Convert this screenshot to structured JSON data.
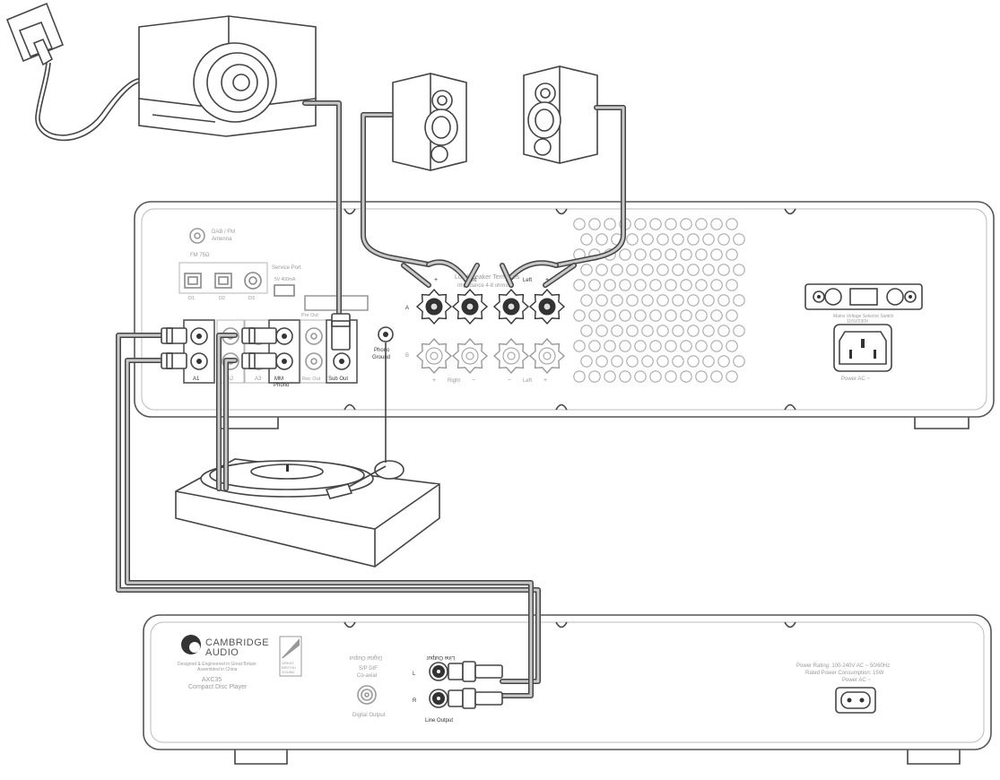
{
  "amplifier": {
    "antenna_label_1": "DAB / FM",
    "antenna_label_2": "Antenna",
    "fm_label": "FM 75Ω",
    "digital_inputs": [
      "D1",
      "D2",
      "D3"
    ],
    "service_port_label": "Service Port",
    "service_port_spec": "5V 400mA",
    "speaker_terminals_title": "Loudspeaker Terminals",
    "speaker_terminals_impedance": "Impedance 4-8 ohms",
    "speaker_right_label": "Right",
    "speaker_left_label": "Left",
    "speaker_plus": "+",
    "speaker_minus": "−",
    "speaker_row_a": "A",
    "speaker_row_b": "B",
    "inputs": [
      "A1",
      "A2",
      "A3"
    ],
    "phono_label_1": "MM",
    "phono_label_2": "Phono",
    "pre_out_label": "Pre Out",
    "rec_out_label": "Rec Out",
    "sub_out_label": "Sub Out",
    "ground_label_1": "Phono",
    "ground_label_2": "Ground",
    "voltage_selector_label_1": "Mains Voltage Selector Switch",
    "voltage_selector_label_2": "115V/230V",
    "power_ac_label": "Power AC ~"
  },
  "cd_player": {
    "brand_line_1": "CAMBRIDGE",
    "brand_line_2": "AUDIO",
    "tagline_1": "Designed & Engineered in Great Britain",
    "tagline_2": "Assembled in China",
    "model": "AXC35",
    "product": "Compact Disc Player",
    "badge_lines": [
      "GREAT",
      "BRITISH",
      "SOUND"
    ],
    "digital_output_mirrored": "Digital Output",
    "spdif_label_1": "S/P DIF",
    "spdif_label_2": "Co-axial",
    "digital_output_label": "Digital Output",
    "line_output_mirrored": "Line Output",
    "line_output_label": "Line Output",
    "channel_left": "L",
    "channel_right": "R",
    "power_rating": "Power Rating: 100-240V AC ~ 50/60Hz",
    "power_consumption": "Rated Power Consumption: 15W",
    "power_ac_label": "Power AC ~"
  },
  "colors": {
    "line": "#444444",
    "text_grey": "#9a9a9a",
    "cable_fill": "#c9c9c9"
  }
}
